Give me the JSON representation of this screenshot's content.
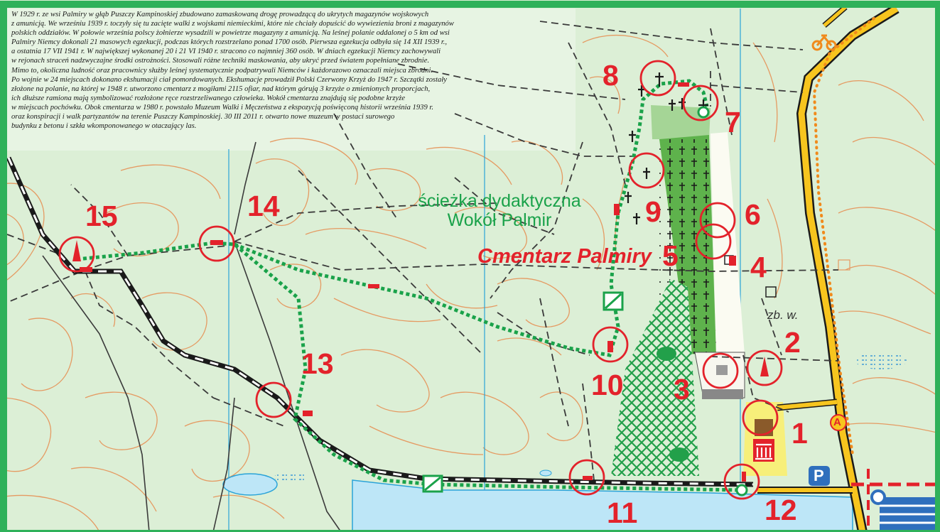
{
  "info_text": {
    "lines": [
      "W 1929 r. ze wsi Palmiry w głąb Puszczy Kampinoskiej zbudowano zamaskowaną drogę prowadzącą do ukrytych magazynów wojskowych",
      "z amunicją. We wrześniu 1939 r. toczyły się tu zacięte walki z wojskami niemieckimi, które nie chciały dopuścić do wywiezienia broni z magazynów",
      "polskich oddziałów. W połowie września polscy żołnierze wysadzili w powietrze magazyny z amunicją. Na leśnej polanie oddalonej o 5 km od wsi",
      "Palmiry Niemcy dokonali 21 masowych egzekucji, podczas których rozstrzelano ponad 1700 osób. Pierwsza egzekucja odbyła się 14 XII 1939 r.,",
      "a ostatnia 17 VII 1941 r. W największej wykonanej 20 i 21 VI 1940 r. stracono co najmniej 360 osób. W dniach egzekucji Niemcy zachowywali",
      "w rejonach straceń nadzwyczajne środki ostrożności. Stosowali różne techniki maskowania, aby ukryć przed światem popełniane zbrodnie.",
      "Mimo to, okoliczna ludność oraz pracownicy służby leśnej systematycznie podpatrywali Niemców i każdorazowo oznaczali miejsca zbrodni.",
      "Po wojnie w 24 miejscach dokonano ekshumacji ciał pomordowanych. Ekshumacje prowadził Polski Czerwony Krzyż do 1947 r. Szczątki zostały",
      "złożone na polanie, na której w 1948 r. utworzono cmentarz z mogiłami 2115 ofiar, nad którym górują 3 krzyże o zmienionych proporcjach,",
      "ich dłuższe ramiona mają symbolizować rozłożone ręce rozstrzeliwanego człowieka. Wokół cmentarza znajdują się podobne krzyże",
      "w miejscach pochówku. Obok cmentarza w 1980 r. powstało Muzeum Walki i Męczeństwa z ekspozycją poświęconą historii września 1939 r.",
      "oraz konspiracji i walk partyzantów na terenie Puszczy Kampinoskiej. 30 III 2011 r. otwarto nowe muzeum w postaci surowego",
      "budynku z betonu i szkła wkomponowanego w otaczający las."
    ]
  },
  "labels": {
    "trail_line1": "ścieżka dydaktyczna",
    "trail_line2": "Wokół Palmir",
    "cemetery": "Cmentarz Palmiry",
    "zb": "zb. w.",
    "parking": "P",
    "bus": "A"
  },
  "points": [
    {
      "id": "1",
      "label": "1"
    },
    {
      "id": "2",
      "label": "2"
    },
    {
      "id": "3",
      "label": "3"
    },
    {
      "id": "4",
      "label": "4"
    },
    {
      "id": "5",
      "label": "5"
    },
    {
      "id": "6",
      "label": "6"
    },
    {
      "id": "7",
      "label": "7"
    },
    {
      "id": "8",
      "label": "8"
    },
    {
      "id": "9",
      "label": "9"
    },
    {
      "id": "10",
      "label": "10"
    },
    {
      "id": "11",
      "label": "11"
    },
    {
      "id": "12",
      "label": "12"
    },
    {
      "id": "13",
      "label": "13"
    },
    {
      "id": "14",
      "label": "14"
    },
    {
      "id": "15",
      "label": "15"
    }
  ],
  "colors": {
    "forest": "#dcefd6",
    "contour": "#e59a62",
    "trail": "#1aa24a",
    "marker": "#e3222b",
    "road": "#f7c51e",
    "water": "#bde6f7",
    "grid": "#2aa3d8",
    "frame": "#2fb15a"
  }
}
